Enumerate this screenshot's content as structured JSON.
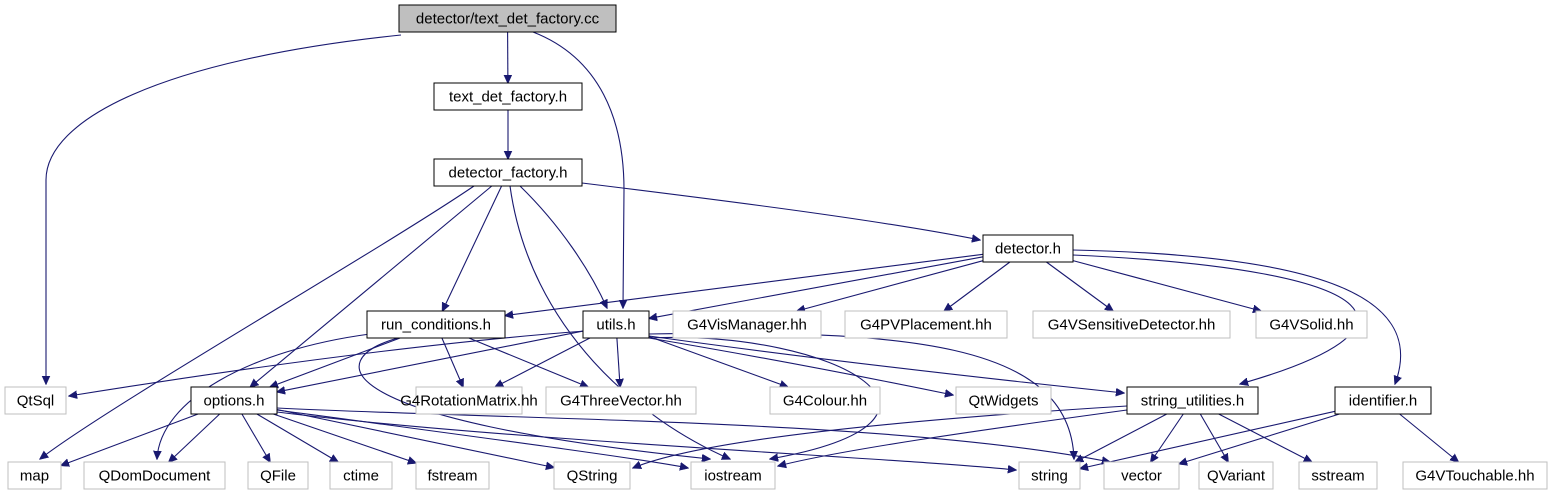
{
  "diagram": {
    "colors": {
      "edge": "#191970",
      "root_fill": "#bfbfbf",
      "node_fill": "#ffffff",
      "node_border": "#000000",
      "external_border": "#bfbfbf"
    },
    "nodes": [
      {
        "id": "root",
        "label": "detector/text_det_factory.cc",
        "style": "root"
      },
      {
        "id": "tdf_h",
        "label": "text_det_factory.h",
        "style": "normal"
      },
      {
        "id": "df_h",
        "label": "detector_factory.h",
        "style": "normal"
      },
      {
        "id": "det_h",
        "label": "detector.h",
        "style": "normal"
      },
      {
        "id": "rc_h",
        "label": "run_conditions.h",
        "style": "normal"
      },
      {
        "id": "utils_h",
        "label": "utils.h",
        "style": "normal"
      },
      {
        "id": "vismgr",
        "label": "G4VisManager.hh",
        "style": "external"
      },
      {
        "id": "pvpl",
        "label": "G4PVPlacement.hh",
        "style": "external"
      },
      {
        "id": "vsd",
        "label": "G4VSensitiveDetector.hh",
        "style": "external"
      },
      {
        "id": "vsolid",
        "label": "G4VSolid.hh",
        "style": "external"
      },
      {
        "id": "qtsql",
        "label": "QtSql",
        "style": "external"
      },
      {
        "id": "options_h",
        "label": "options.h",
        "style": "normal"
      },
      {
        "id": "rotmat",
        "label": "G4RotationMatrix.hh",
        "style": "external"
      },
      {
        "id": "threevec",
        "label": "G4ThreeVector.hh",
        "style": "external"
      },
      {
        "id": "colour",
        "label": "G4Colour.hh",
        "style": "external"
      },
      {
        "id": "qtwidgets",
        "label": "QtWidgets",
        "style": "external"
      },
      {
        "id": "strutil_h",
        "label": "string_utilities.h",
        "style": "normal"
      },
      {
        "id": "ident_h",
        "label": "identifier.h",
        "style": "normal"
      },
      {
        "id": "map",
        "label": "map",
        "style": "external"
      },
      {
        "id": "qdomdoc",
        "label": "QDomDocument",
        "style": "external"
      },
      {
        "id": "qfile",
        "label": "QFile",
        "style": "external"
      },
      {
        "id": "ctime",
        "label": "ctime",
        "style": "external"
      },
      {
        "id": "fstream",
        "label": "fstream",
        "style": "external"
      },
      {
        "id": "qstring",
        "label": "QString",
        "style": "external"
      },
      {
        "id": "iostream",
        "label": "iostream",
        "style": "external"
      },
      {
        "id": "string",
        "label": "string",
        "style": "external"
      },
      {
        "id": "vector",
        "label": "vector",
        "style": "external"
      },
      {
        "id": "qvariant",
        "label": "QVariant",
        "style": "external"
      },
      {
        "id": "sstream",
        "label": "sstream",
        "style": "external"
      },
      {
        "id": "vtouch",
        "label": "G4VTouchable.hh",
        "style": "external"
      }
    ],
    "edges": [
      {
        "from": "root",
        "to": "tdf_h"
      },
      {
        "from": "root",
        "to": "qtsql"
      },
      {
        "from": "root",
        "to": "utils_h"
      },
      {
        "from": "tdf_h",
        "to": "df_h"
      },
      {
        "from": "df_h",
        "to": "det_h"
      },
      {
        "from": "df_h",
        "to": "rc_h"
      },
      {
        "from": "df_h",
        "to": "utils_h"
      },
      {
        "from": "df_h",
        "to": "options_h"
      },
      {
        "from": "df_h",
        "to": "map"
      },
      {
        "from": "df_h",
        "to": "iostream"
      },
      {
        "from": "det_h",
        "to": "rc_h"
      },
      {
        "from": "det_h",
        "to": "utils_h"
      },
      {
        "from": "det_h",
        "to": "vismgr"
      },
      {
        "from": "det_h",
        "to": "pvpl"
      },
      {
        "from": "det_h",
        "to": "vsd"
      },
      {
        "from": "det_h",
        "to": "vsolid"
      },
      {
        "from": "det_h",
        "to": "strutil_h"
      },
      {
        "from": "det_h",
        "to": "ident_h"
      },
      {
        "from": "rc_h",
        "to": "options_h"
      },
      {
        "from": "rc_h",
        "to": "rotmat"
      },
      {
        "from": "rc_h",
        "to": "threevec"
      },
      {
        "from": "rc_h",
        "to": "qdomdoc"
      },
      {
        "from": "rc_h",
        "to": "iostream"
      },
      {
        "from": "utils_h",
        "to": "qtsql"
      },
      {
        "from": "utils_h",
        "to": "options_h"
      },
      {
        "from": "utils_h",
        "to": "rotmat"
      },
      {
        "from": "utils_h",
        "to": "threevec"
      },
      {
        "from": "utils_h",
        "to": "colour"
      },
      {
        "from": "utils_h",
        "to": "qtwidgets"
      },
      {
        "from": "utils_h",
        "to": "strutil_h"
      },
      {
        "from": "utils_h",
        "to": "iostream"
      },
      {
        "from": "utils_h",
        "to": "string"
      },
      {
        "from": "options_h",
        "to": "map"
      },
      {
        "from": "options_h",
        "to": "qdomdoc"
      },
      {
        "from": "options_h",
        "to": "qfile"
      },
      {
        "from": "options_h",
        "to": "ctime"
      },
      {
        "from": "options_h",
        "to": "fstream"
      },
      {
        "from": "options_h",
        "to": "qstring"
      },
      {
        "from": "options_h",
        "to": "iostream"
      },
      {
        "from": "options_h",
        "to": "string"
      },
      {
        "from": "options_h",
        "to": "vector"
      },
      {
        "from": "strutil_h",
        "to": "qstring"
      },
      {
        "from": "strutil_h",
        "to": "iostream"
      },
      {
        "from": "strutil_h",
        "to": "string"
      },
      {
        "from": "strutil_h",
        "to": "vector"
      },
      {
        "from": "strutil_h",
        "to": "qvariant"
      },
      {
        "from": "strutil_h",
        "to": "sstream"
      },
      {
        "from": "ident_h",
        "to": "string"
      },
      {
        "from": "ident_h",
        "to": "vector"
      },
      {
        "from": "ident_h",
        "to": "vtouch"
      }
    ]
  }
}
